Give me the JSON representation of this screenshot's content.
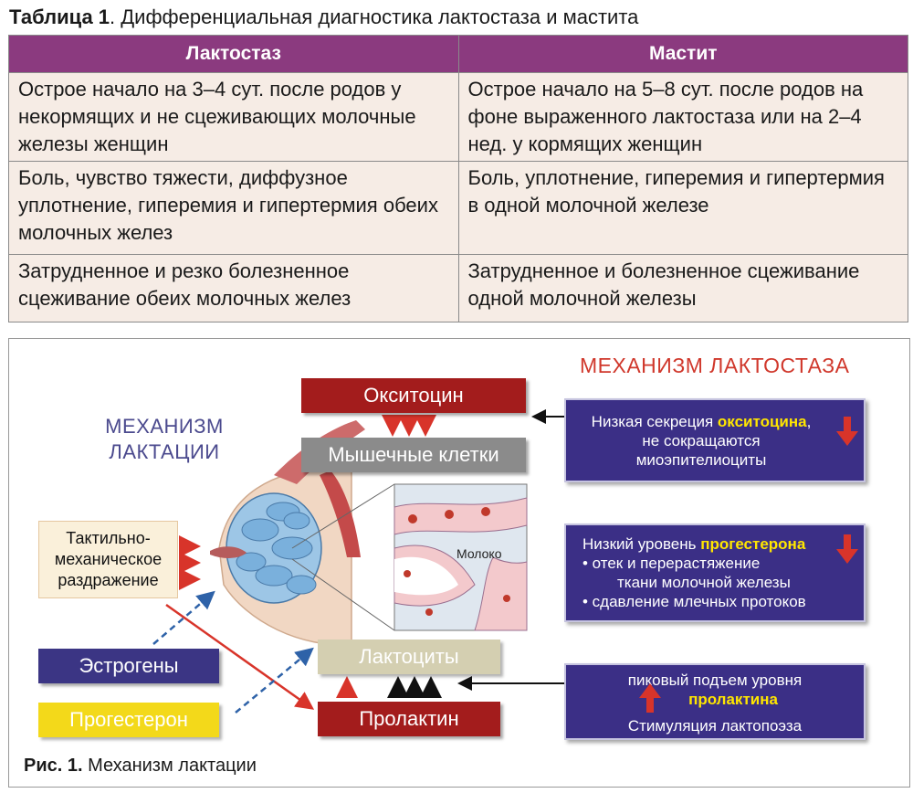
{
  "table": {
    "title_bold": "Таблица 1",
    "title_rest": ". Дифференциальная диагностика лактостаза и мастита",
    "headers": [
      "Лактостаз",
      "Мастит"
    ],
    "rows": [
      [
        "Острое начало на 3–4 сут. после родов у некормящих и не сцеживающих молочные железы женщин",
        "Острое начало на 5–8 сут. после родов на фоне выраженного лактостаза или на 2–4 нед. у кормящих женщин"
      ],
      [
        "Боль, чувство тяжести, диффузное уплотнение, гиперемия и гипертермия обеих молочных желез",
        "Боль, уплотнение, гиперемия и гипертермия в одной молочной железе"
      ],
      [
        "Затрудненное и резко болезненное сцеживание обеих молочных желез",
        "Затрудненное и болезненное сцеживание одной молочной железы"
      ]
    ]
  },
  "figure": {
    "mechanism_lactation": "МЕХАНИЗМ ЛАКТАЦИИ",
    "mechanism_lactostasis": "МЕХАНИЗМ ЛАКТОСТАЗА",
    "oxytocin": "Окситоцин",
    "muscle_cells": "Мышечные клетки",
    "tactile": "Тактильно-механическое раздражение",
    "estrogens": "Эстрогены",
    "progesterone": "Прогестерон",
    "lactocytes": "Лактоциты",
    "prolactin": "Пролактин",
    "milk_label": "Молоко",
    "info1": {
      "pre": "Низкая секреция ",
      "hl": "окситоцина",
      "post": ",",
      "line2": "не сокращаются",
      "line3": "миоэпителиоциты"
    },
    "info2": {
      "pre": "Низкий уровень ",
      "hl": "прогестерона",
      "bullet1a": "• отек и перерастяжение",
      "bullet1b": "ткани молочной железы",
      "bullet2": "• сдавление млечных протоков"
    },
    "info3": {
      "line1": "пиковый подъем уровня",
      "hl": "пролактина",
      "line3": "Стимуляция лактопоэза"
    }
  },
  "caption": {
    "bold": "Рис. 1.",
    "rest": " Механизм лактации"
  },
  "colors": {
    "header_purple": "#8b3a7f",
    "cell_bg": "#f6ece5",
    "dark_red": "#a31c1c",
    "navy": "#3b2f86",
    "arrow_red": "#d8342a",
    "arrow_blue": "#2e62a8",
    "highlight_yellow": "#ffe600"
  }
}
